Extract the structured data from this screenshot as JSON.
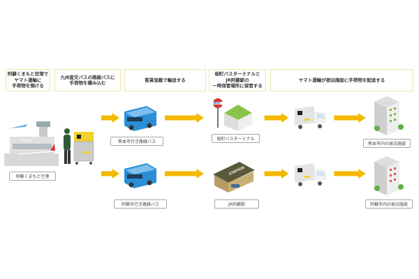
{
  "steps": [
    {
      "line1": "阿蘇くまもと空港で",
      "line2": "ヤマト運輸に",
      "line3": "手荷物を預ける"
    },
    {
      "line1": "九州産交バスの路線バスに",
      "line2": "手荷物を積み込む"
    },
    {
      "line1": "客貨混載で輸送する"
    },
    {
      "line1": "桜町バスターミナルと",
      "line2": "JR阿蘇駅の",
      "line3": "一時保管場所に保管する"
    },
    {
      "line1": "ヤマト運輸が宿泊施設に手荷物を配送する"
    }
  ],
  "labels": {
    "airport": "阿蘇くまもと空港",
    "bus_kumamoto": "熊本市行き路線バス",
    "terminal": "桜町バスターミナル",
    "hotel_kumamoto": "熊本市内の宿泊施設",
    "bus_aso": "阿蘇市行き路線バス",
    "station": "JR阿蘇駅",
    "hotel_aso": "阿蘇市内の宿泊施設"
  },
  "icon_text": {
    "bus_stop": "BUS",
    "station_sign": "STATION",
    "airport_sign": "Airport"
  },
  "colors": {
    "arrow": "#f5b800",
    "header_border": "#eee6a8",
    "bus": "#2a8fd6",
    "house_roof": "#8bc34a",
    "station_roof": "#5a5a3a"
  }
}
